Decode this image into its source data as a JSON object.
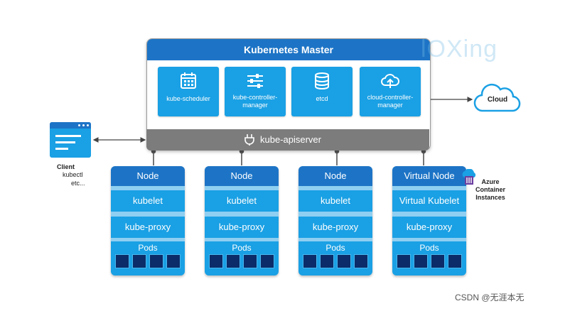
{
  "master": {
    "title": "Kubernetes Master",
    "components": [
      {
        "label": "kube-scheduler",
        "icon": "calendar-icon"
      },
      {
        "label": "kube-controller-manager",
        "icon": "sliders-icon"
      },
      {
        "label": "etcd",
        "icon": "database-icon"
      },
      {
        "label": "cloud-controller-manager",
        "icon": "cloud-upload-icon"
      }
    ],
    "apiserver": "kube-apiserver"
  },
  "watermark": "lOXing",
  "cloud": {
    "label": "Cloud"
  },
  "client": {
    "title": "Client",
    "line1": "kubectl",
    "line2": "etc..."
  },
  "nodes": [
    {
      "header": "Node",
      "kubelet": "kubelet",
      "proxy": "kube-proxy",
      "pods": "Pods"
    },
    {
      "header": "Node",
      "kubelet": "kubelet",
      "proxy": "kube-proxy",
      "pods": "Pods"
    },
    {
      "header": "Node",
      "kubelet": "kubelet",
      "proxy": "kube-proxy",
      "pods": "Pods"
    },
    {
      "header": "Virtual Node",
      "kubelet": "Virtual Kubelet",
      "proxy": "kube-proxy",
      "pods": "Pods"
    }
  ],
  "azure": {
    "line1": "Azure",
    "line2": "Container",
    "line3": "Instances"
  },
  "credit": "CSDN @无涯本无",
  "colors": {
    "dark_blue": "#1d74c6",
    "light_blue": "#1aa0e4",
    "pale_blue": "#8fcff1",
    "gray": "#7c7c7c",
    "pod": "#0b2c68"
  }
}
